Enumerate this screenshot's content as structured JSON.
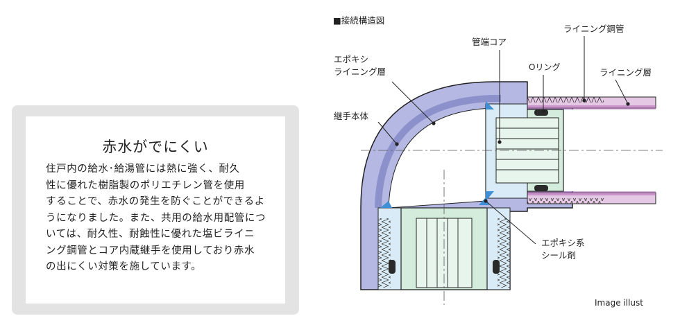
{
  "panel": {
    "title": "赤水がでにくい",
    "lines": [
      "住戸内の給水･給湯管には熱に強く、耐久",
      "性に優れた樹脂製のポリエチレン管を使用",
      "することで、赤水の発生を防ぐことができるよ",
      "うになりました。また、共用の給水用配管につ",
      "いては、耐久性、耐蝕性に優れた塩ビライニ",
      "ング鋼管とコア内蔵継手を使用しており赤水",
      "の出にくい対策を施しています。"
    ]
  },
  "diagram": {
    "heading": "■接続構造図",
    "labels": {
      "epoxy_line1": "エポキシ",
      "epoxy_line2": "ライニング層",
      "joint_body": "継手本体",
      "core": "管端コア",
      "oring": "Oリング",
      "steel_pipe": "ライニング鋼管",
      "lining_layer": "ライニング層",
      "sealant_line1": "エポキシ系",
      "sealant_line2": "シール剤",
      "note": "Image illust"
    },
    "colors": {
      "body": "#b4b8e2",
      "lining": "#8c91cc",
      "core": "#d4ecdc",
      "thread": "#d9ebf6",
      "pipe": "#e4c8e4",
      "oring": "#2a2a2a",
      "sealant": "#3f8fd6"
    }
  }
}
